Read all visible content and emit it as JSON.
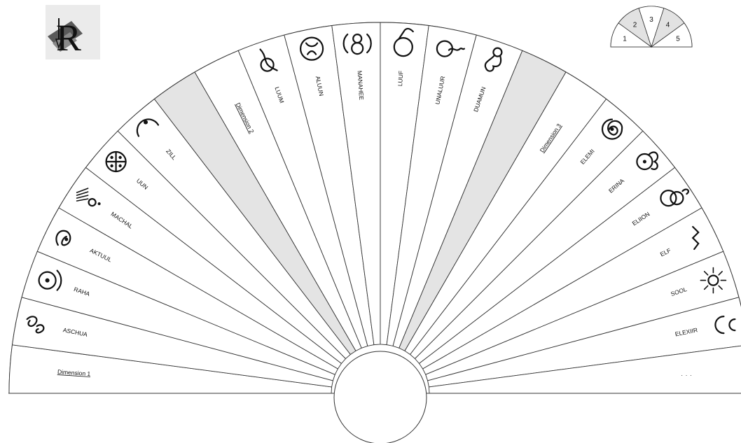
{
  "logo": {
    "letter": "R"
  },
  "key_fan": {
    "numbers": [
      "1",
      "2",
      "3",
      "4",
      "5"
    ]
  },
  "segments": [
    {
      "label": "Dimension 1",
      "kind": "dimension",
      "shaded": false,
      "symbol": "none"
    },
    {
      "label": "ASCHUA",
      "kind": "name",
      "shaded": false,
      "symbol": "double-swirl"
    },
    {
      "label": "RAHA",
      "kind": "name",
      "shaded": false,
      "symbol": "circled-dot-arc"
    },
    {
      "label": "AKTUUL",
      "kind": "name",
      "shaded": false,
      "symbol": "s-dots"
    },
    {
      "label": "MACHAL",
      "kind": "name",
      "shaded": false,
      "symbol": "lines-circle"
    },
    {
      "label": "UUN",
      "kind": "name",
      "shaded": false,
      "symbol": "quartered-circle"
    },
    {
      "label": "ZILL",
      "kind": "name",
      "shaded": false,
      "symbol": "arc-dot"
    },
    {
      "label": "",
      "kind": "blank",
      "shaded": true,
      "symbol": "none"
    },
    {
      "label": "Dimension 2",
      "kind": "dimension",
      "shaded": false,
      "symbol": "none"
    },
    {
      "label": "LUUM",
      "kind": "name",
      "shaded": false,
      "symbol": "loop-circle"
    },
    {
      "label": "ALUUN",
      "kind": "name",
      "shaded": false,
      "symbol": "face-circle"
    },
    {
      "label": "MANAHEE",
      "kind": "name",
      "shaded": false,
      "symbol": "figure-eight-arcs"
    },
    {
      "label": "LUUF",
      "kind": "name",
      "shaded": false,
      "symbol": "circle-hook"
    },
    {
      "label": "UNALUUR",
      "kind": "name",
      "shaded": false,
      "symbol": "circle-wave"
    },
    {
      "label": "DUAMUN",
      "kind": "name",
      "shaded": false,
      "symbol": "leo-loops"
    },
    {
      "label": "",
      "kind": "blank",
      "shaded": true,
      "symbol": "none"
    },
    {
      "label": "Dimension 3",
      "kind": "dimension",
      "shaded": false,
      "symbol": "none"
    },
    {
      "label": "ELEMI",
      "kind": "name",
      "shaded": false,
      "symbol": "spiral-dot"
    },
    {
      "label": "ERINA",
      "kind": "name",
      "shaded": false,
      "symbol": "swirl-dot"
    },
    {
      "label": "ELIION",
      "kind": "name",
      "shaded": false,
      "symbol": "double-circle-tail"
    },
    {
      "label": "ELF",
      "kind": "name",
      "shaded": false,
      "symbol": "zigzag"
    },
    {
      "label": "SOOL",
      "kind": "name",
      "shaded": false,
      "symbol": "sun"
    },
    {
      "label": "ELEXIIR",
      "kind": "name",
      "shaded": false,
      "symbol": "double-c"
    },
    {
      "label": "...",
      "kind": "ellipsis",
      "shaded": false,
      "symbol": "none"
    }
  ]
}
